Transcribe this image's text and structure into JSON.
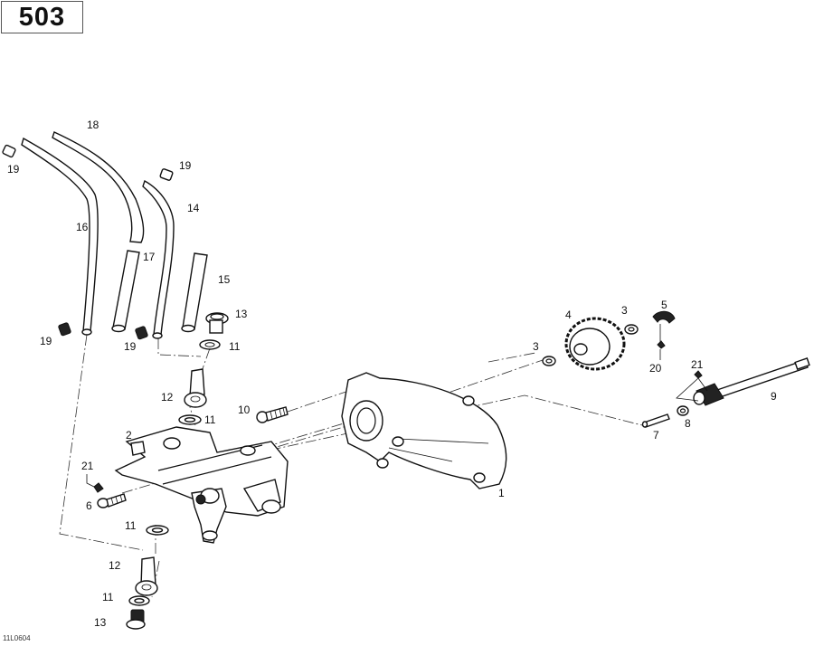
{
  "page_number": "503",
  "figure_code": "11L0604",
  "callouts": [
    {
      "id": "c18",
      "text": "18"
    },
    {
      "id": "c19a",
      "text": "19"
    },
    {
      "id": "c19b",
      "text": "19"
    },
    {
      "id": "c14",
      "text": "14"
    },
    {
      "id": "c16",
      "text": "16"
    },
    {
      "id": "c17",
      "text": "17"
    },
    {
      "id": "c15",
      "text": "15"
    },
    {
      "id": "c13a",
      "text": "13"
    },
    {
      "id": "c19c",
      "text": "19"
    },
    {
      "id": "c19d",
      "text": "19"
    },
    {
      "id": "c11a",
      "text": "11"
    },
    {
      "id": "c12a",
      "text": "12"
    },
    {
      "id": "c11b",
      "text": "11"
    },
    {
      "id": "c10",
      "text": "10"
    },
    {
      "id": "c2",
      "text": "2"
    },
    {
      "id": "c21a",
      "text": "21"
    },
    {
      "id": "c6",
      "text": "6"
    },
    {
      "id": "c11c",
      "text": "11"
    },
    {
      "id": "c12b",
      "text": "12"
    },
    {
      "id": "c11d",
      "text": "11"
    },
    {
      "id": "c13b",
      "text": "13"
    },
    {
      "id": "c1",
      "text": "1"
    },
    {
      "id": "c4",
      "text": "4"
    },
    {
      "id": "c3a",
      "text": "3"
    },
    {
      "id": "c3b",
      "text": "3"
    },
    {
      "id": "c5",
      "text": "5"
    },
    {
      "id": "c20",
      "text": "20"
    },
    {
      "id": "c21b",
      "text": "21"
    },
    {
      "id": "c9",
      "text": "9"
    },
    {
      "id": "c8",
      "text": "8"
    },
    {
      "id": "c7",
      "text": "7"
    }
  ]
}
